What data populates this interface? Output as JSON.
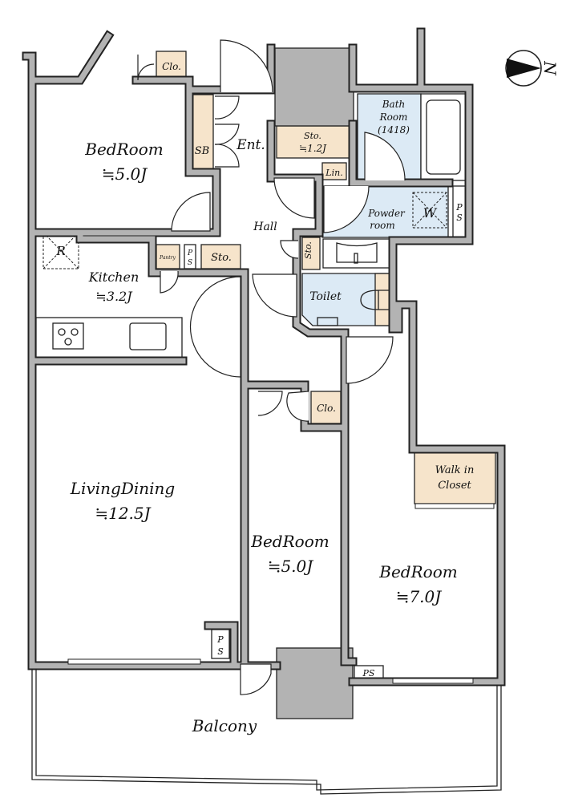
{
  "plan": {
    "compass_label": "N",
    "rooms": {
      "bedroom1": {
        "name": "BedRoom",
        "size": "≒5.0J"
      },
      "kitchen": {
        "name": "Kitchen",
        "size": "≒3.2J"
      },
      "living": {
        "name": "LivingDining",
        "size": "≒12.5J"
      },
      "bedroom2": {
        "name": "BedRoom",
        "size": "≒5.0J"
      },
      "bedroom3": {
        "name": "BedRoom",
        "size": "≒7.0J"
      },
      "balcony": {
        "name": "Balcony"
      },
      "hall": {
        "name": "Hall"
      },
      "entrance": {
        "name": "Ent."
      },
      "shoebox": {
        "name": "SB"
      },
      "storage_main": {
        "name": "Sto.",
        "size": "≒1.2J"
      },
      "bath": {
        "line1": "Bath",
        "line2": "Room",
        "line3": "(1418)"
      },
      "linen": {
        "name": "Lin."
      },
      "powder": {
        "line1": "Powder",
        "line2": "room"
      },
      "washer": {
        "name": "W"
      },
      "toilet": {
        "name": "Toilet"
      },
      "closet_top": {
        "name": "Clo."
      },
      "closet_mid": {
        "name": "Clo."
      },
      "walkin": {
        "line1": "Walk in",
        "line2": "Closet"
      },
      "pantry": {
        "name": "Pantry"
      },
      "fridge": {
        "name": "R"
      },
      "storage_kitchen": {
        "name": "Sto."
      },
      "storage_hall": {
        "name": "Sto."
      },
      "ps_kitchen": {
        "l1": "P",
        "l2": "S"
      },
      "ps_powder": {
        "l1": "P",
        "l2": "S"
      },
      "ps_living": {
        "l1": "P",
        "l2": "S"
      },
      "ps_bedroom3": {
        "name": "PS"
      }
    },
    "colors": {
      "wall": "#b3b3b3",
      "storage": "#f6e4cb",
      "wet": "#dceaf5"
    }
  }
}
